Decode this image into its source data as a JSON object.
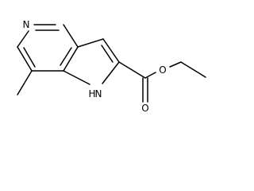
{
  "molecule": {
    "atoms": {
      "pyridine_n": "N",
      "pyrrole_nh": "H",
      "pyrrole_n": "N",
      "carbonyl_o": "O",
      "ester_o": "O"
    }
  }
}
